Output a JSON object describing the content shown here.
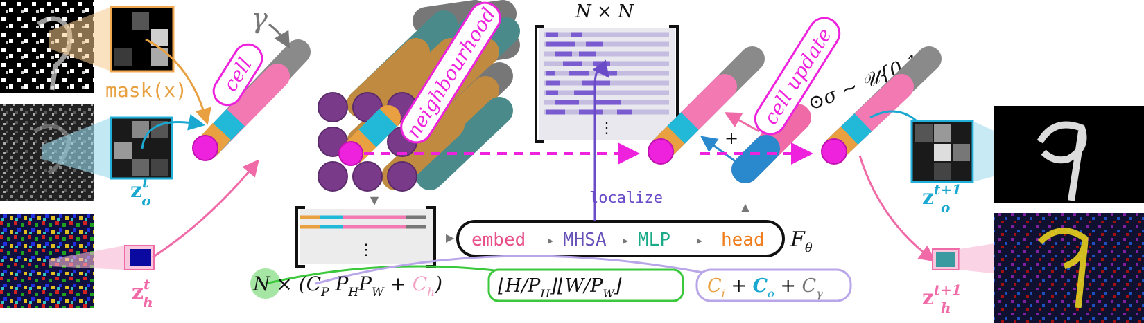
{
  "labels": {
    "gamma": "γ",
    "cell_tag": "cell",
    "neighbourhood_tag": "neighbourhood",
    "cell_update_tag": "cell update",
    "mask": "mask(x)",
    "z_o_t": "z",
    "z_o_t_sup": "t",
    "z_o_t_sub": "o",
    "z_h_t": "z",
    "z_h_t_sup": "t",
    "z_h_t_sub": "h",
    "z_o_t1": "z",
    "z_o_t1_sup": "t+1",
    "z_o_t1_sub": "o",
    "z_h_t1": "z",
    "z_h_t1_sup": "t+1",
    "z_h_t1_sub": "h",
    "n_by_n": "N × N",
    "localize": "localize",
    "plus": "+",
    "stochastic": "⊙σ ~ 𝒰{0,1}",
    "dots": "⋮"
  },
  "pipeline": {
    "embed": "embed",
    "mhsa": "MHSA",
    "mlp": "MLP",
    "head": "head",
    "f_theta": "F",
    "f_theta_sub": "θ",
    "arrow": "▸"
  },
  "formula": {
    "left": "N × (C",
    "cp_sub": "P",
    "ph": " P",
    "ph_sub": "H",
    "pw": "P",
    "pw_sub": "W",
    "plus": " + ",
    "ch": "C",
    "ch_sub": "h",
    "close": ")",
    "grid": "⌊H/P",
    "grid_h": "H",
    "grid_mid": "⌋⌊W/P",
    "grid_w": "W",
    "grid_close": "⌋",
    "ci": "C",
    "ci_sub": "i",
    "co": "C",
    "co_sub": "o",
    "cg": "C",
    "cg_sub": "γ",
    "plus2": " + "
  },
  "colors": {
    "magenta": "#ee22dd",
    "pink": "#f279b2",
    "cyan": "#22b8d8",
    "orange": "#e8a040",
    "gray": "#8a8a8a",
    "purple": "#6a4cc8",
    "green": "#3cc83c",
    "lavender": "#b8a6e8",
    "teal": "#1aaa88",
    "head_orange": "#f07e1e",
    "embed_pink": "#e8508a",
    "mhsa_purple": "#6650b8"
  }
}
